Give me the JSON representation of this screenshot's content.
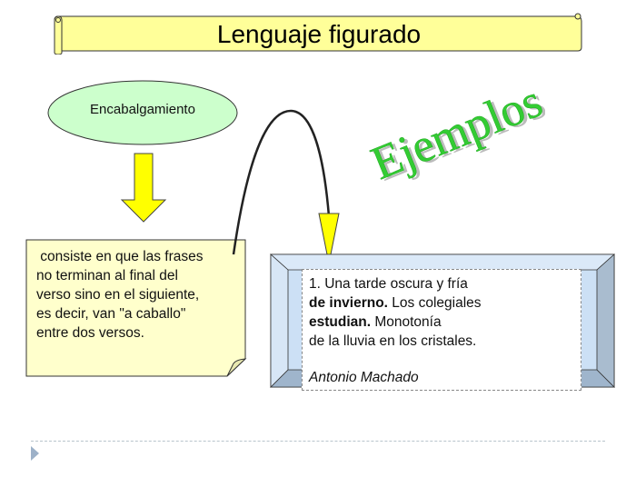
{
  "slide": {
    "title": "Lenguaje figurado",
    "concept": "Encabalgamiento",
    "definition": [
      " consiste en que las frases",
      "no terminan al final del",
      "verso sino en el siguiente,",
      "es decir, van \"a caballo\"",
      "entre dos versos."
    ],
    "wordart": "Ejemplos",
    "example": {
      "line1": "1. Una tarde oscura y fría",
      "line2_bold": "de invierno.",
      "line2_rest": " Los colegiales",
      "line3_bold": "estudian.",
      "line3_rest": " Monotonía",
      "line4": "de la lluvia en los cristales.",
      "author": "Antonio Machado"
    }
  },
  "colors": {
    "banner_fill": "#ffff99",
    "ellipse_fill": "#ccffcc",
    "arrow_fill": "#ffff00",
    "note_fill": "#ffffcc",
    "frame_fill": "#cce0f5",
    "wordart_green": "#33cc33",
    "footer_arrow": "#9db1c8"
  }
}
